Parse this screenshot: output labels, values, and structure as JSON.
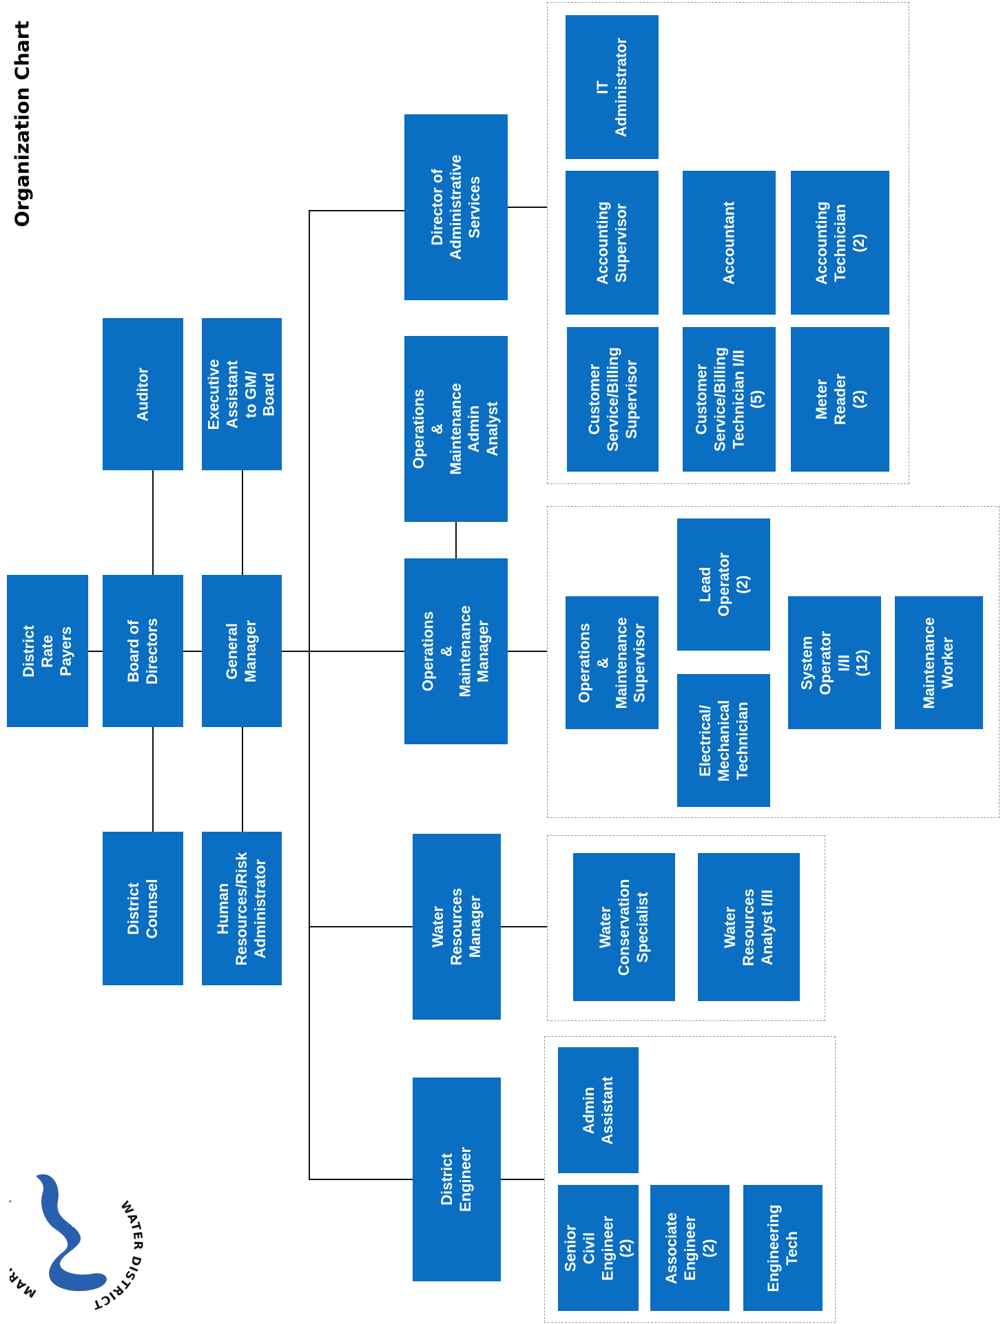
{
  "title": "Organization Chart",
  "colors": {
    "box_fill": "#0A6EC2",
    "box_text": "#FFFFFF",
    "line": "#111111",
    "group_border": "#9A9A9A",
    "logo_blue": "#2A5FAE"
  },
  "logo": {
    "text_top": "MARINA COAST",
    "text_bottom": "WATER DISTRICT",
    "icon": "river-logo-icon"
  },
  "boxes": {
    "rate_payers": "District\nRate Payers",
    "board": "Board of\nDirectors",
    "auditor": "Auditor",
    "counsel": "District Counsel",
    "gm": "General\nManager",
    "exec_asst": "Executive\nAssistant to GM/\nBoard",
    "hr": "Human\nResources/Risk\nAdministrator",
    "das": "Director of\nAdministrative\nServices",
    "om_analyst": "Operations &\nMaintenance Admin\nAnalyst",
    "om_mgr": "Operations &\nMaintenance\nManager",
    "wr_mgr": "Water Resources\nManager",
    "de": "District Engineer",
    "it_admin": "IT\nAdministrator",
    "acct_sup": "Accounting\nSupervisor",
    "accountant": "Accountant",
    "acct_tech": "Accounting\nTechnician\n(2)",
    "cs_sup": "Customer\nService/Billing\nSupervisor",
    "cs_tech": "Customer\nService/Billing\nTechnician I/II\n(5)",
    "meter": "Meter Reader\n(2)",
    "om_sup": "Operations &\nMaintenance\nSupervisor",
    "lead_op": "Lead Operator\n(2)",
    "elec_tech": "Electrical/\nMechanical\nTechnician",
    "sys_op": "System\nOperator\nI/II\n(12)",
    "maint": "Maintenance\nWorker",
    "wcs": "Water\nConservation\nSpecialist",
    "wra": "Water\nResources\nAnalyst I/II",
    "admin_asst": "Admin\nAssistant",
    "sr_civil": "Senior Civil\nEngineer\n(2)",
    "assoc_eng": "Associate\nEngineer\n(2)",
    "eng_tech": "Engineering\nTech"
  }
}
